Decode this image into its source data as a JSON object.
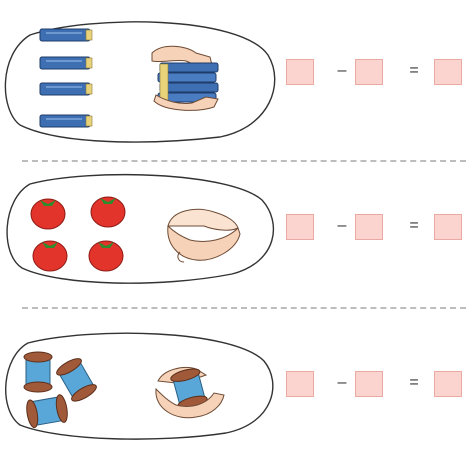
{
  "equation": {
    "minus_symbol": "–",
    "equals_symbol": "="
  },
  "colors": {
    "answer_box_fill": "#fbd3cf",
    "answer_box_border": "#eaa9a2",
    "book": "#3e6fb3",
    "tomato": "#e2342b",
    "spool_thread": "#59a7d8"
  },
  "rows": [
    {
      "object_icon": "book-icon",
      "count_shown": 4,
      "object_in_hands": "book-stack-icon"
    },
    {
      "object_icon": "tomato-icon",
      "count_shown": 4,
      "object_in_hands": "none"
    },
    {
      "object_icon": "thread-spool-icon",
      "count_shown": 3,
      "object_in_hands": "thread-spool-icon"
    }
  ]
}
